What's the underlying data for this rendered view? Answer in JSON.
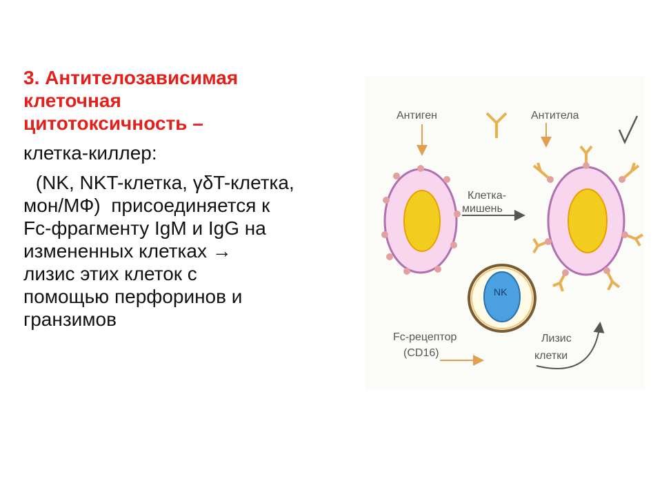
{
  "heading": {
    "line1": "3. Антителозависимая",
    "line2": "клеточная",
    "line3": "цитотоксичность –"
  },
  "body": {
    "line1": "клетка-киллер:",
    "line2": " (NK, NKT-клетка, γδT-клетка,",
    "line3": "мон/МФ)  присоединяется к",
    "line4": "Fc-фрагменту IgM и IgG на",
    "line5": "измененных клетках →",
    "line6": "лизис этих клеток с",
    "line7": "помощью перфоринов и",
    "line8": "гранзимов"
  },
  "figure": {
    "antigen": "Антиген",
    "antibodies": "Антитела",
    "target_line1": "Клетка-",
    "target_line2": "мишень",
    "nk": "NK",
    "fc_line1": "Fc-рецептор",
    "fc_line2": "(CD16)",
    "lysis_line1": "Лизис",
    "lysis_line2": "клетки"
  }
}
